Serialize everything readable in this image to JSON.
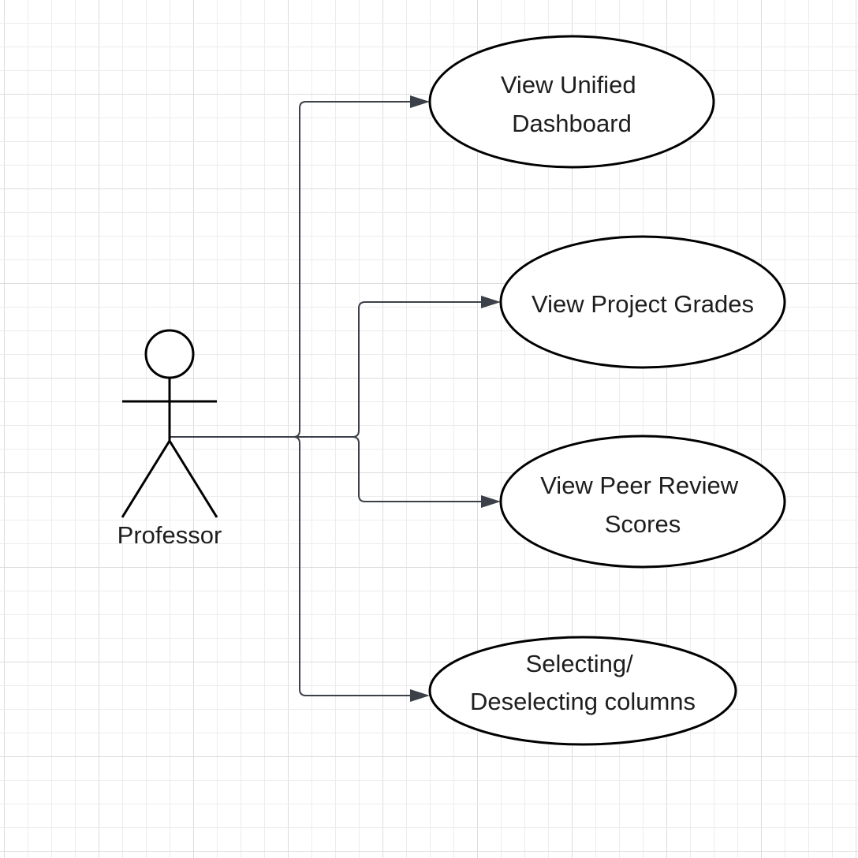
{
  "diagram": {
    "type": "use-case",
    "actor": {
      "name": "Professor",
      "icon": "stick-figure-icon"
    },
    "use_cases": [
      {
        "id": "uc1",
        "lines": [
          "View Unified",
          "Dashboard"
        ]
      },
      {
        "id": "uc2",
        "lines": [
          "View Project Grades"
        ]
      },
      {
        "id": "uc3",
        "lines": [
          "View Peer Review",
          "Scores"
        ]
      },
      {
        "id": "uc4",
        "lines": [
          "Selecting/",
          "Deselecting columns"
        ]
      }
    ],
    "associations": [
      {
        "from": "Professor",
        "to": "uc1",
        "arrow": "filled-triangle"
      },
      {
        "from": "Professor",
        "to": "uc2",
        "arrow": "filled-triangle"
      },
      {
        "from": "Professor",
        "to": "uc3",
        "arrow": "filled-triangle"
      },
      {
        "from": "Professor",
        "to": "uc4",
        "arrow": "filled-triangle"
      }
    ],
    "colors": {
      "background": "#ffffff",
      "grid_minor": "#ececec",
      "grid_major": "#dddddd",
      "connector": "#3c4048",
      "shape_stroke": "#000000",
      "text": "#1e1e1e"
    }
  }
}
